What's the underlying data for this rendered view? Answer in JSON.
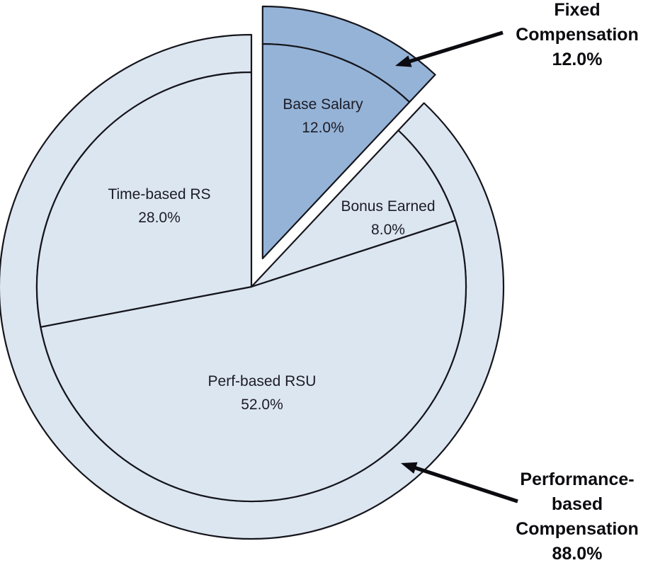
{
  "chart_data": {
    "type": "pie",
    "title": "",
    "legend_position": "none",
    "start_angle_deg": 0,
    "direction": "clockwise",
    "background": "#ffffff",
    "outline_color": "#15151c",
    "categories": [
      "Base Salary",
      "Bonus Earned",
      "Perf-based RSU",
      "Time-based RS"
    ],
    "values": [
      12.0,
      8.0,
      52.0,
      28.0
    ],
    "slices": [
      {
        "label": "Base Salary",
        "value": 12.0,
        "pct_label": "12.0%",
        "group": "fixed",
        "color": "#95B3D7",
        "exploded": true
      },
      {
        "label": "Bonus Earned",
        "value": 8.0,
        "pct_label": "8.0%",
        "group": "performance",
        "color": "#DCE6F1",
        "exploded": false
      },
      {
        "label": "Perf-based RSU",
        "value": 52.0,
        "pct_label": "52.0%",
        "group": "performance",
        "color": "#DCE6F1",
        "exploded": false
      },
      {
        "label": "Time-based RS",
        "value": 28.0,
        "pct_label": "28.0%",
        "group": "performance",
        "color": "#DCE6F1",
        "exploded": false
      }
    ],
    "groups": [
      {
        "key": "fixed",
        "name": "Fixed Compensation",
        "value": 12.0,
        "pct_label": "12.0%",
        "color": "#95B3D7"
      },
      {
        "key": "performance",
        "name": "Performance-based Compensation",
        "value": 88.0,
        "pct_label": "88.0%",
        "color": "#DCE6F1"
      }
    ],
    "annotations": {
      "fixed": {
        "lines": [
          "Fixed",
          "Compensation",
          "12.0%"
        ]
      },
      "performance": {
        "lines": [
          "Performance-",
          "based",
          "Compensation",
          "88.0%"
        ]
      }
    }
  }
}
